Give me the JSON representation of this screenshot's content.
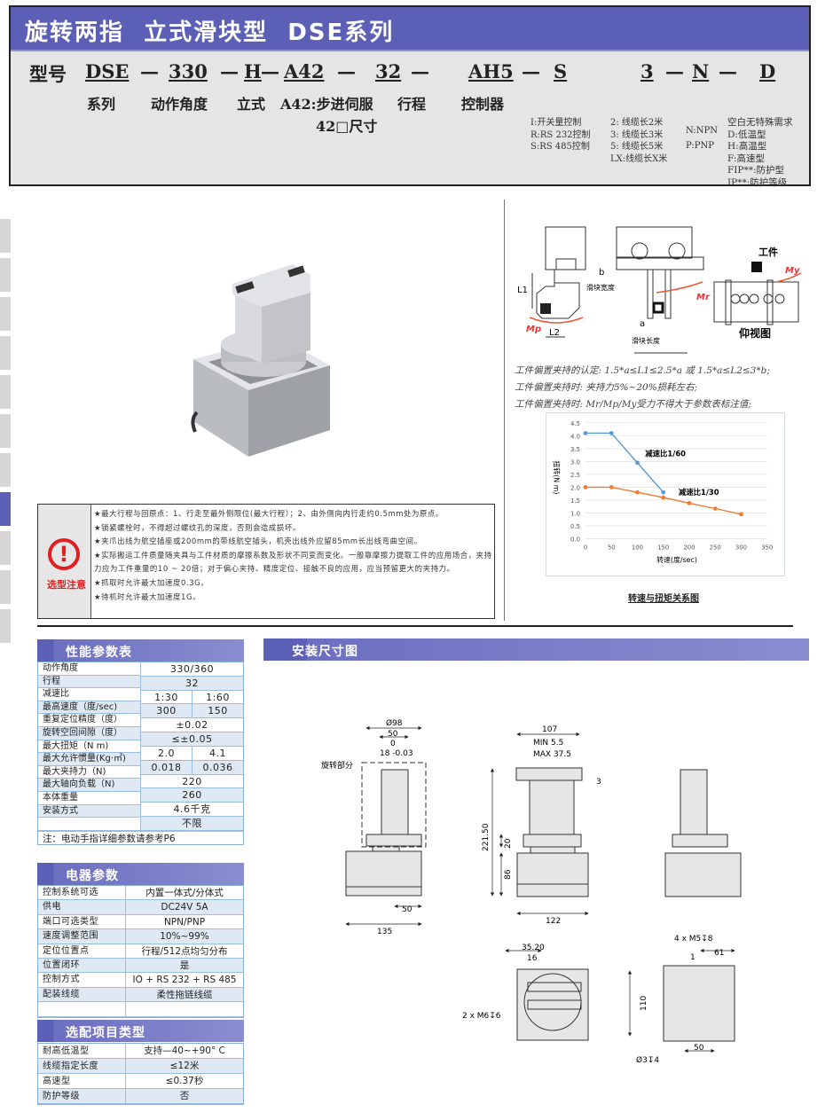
{
  "header": {
    "title": "旋转两指  立式滑块型  DSE系列"
  },
  "model": {
    "prefix": "型号",
    "segments": [
      "DSE",
      "330",
      "H",
      "A42",
      "32",
      "AH5",
      "S",
      "3",
      "N",
      "D"
    ],
    "dash": "—",
    "labels": {
      "series": "系列",
      "angle": "动作角度",
      "vertical": "立式",
      "motor": "A42:步进伺服",
      "motor2": "42□尺寸",
      "stroke": "行程",
      "controller": "控制器"
    },
    "control_opts": [
      "I:开关量控制",
      "R:RS 232控制",
      "S:RS 485控制"
    ],
    "cable_opts": [
      "2: 线缆长2米",
      "3: 线缆长3米",
      "5: 线缆长5米",
      "LX:线缆长X米"
    ],
    "io_opts": [
      "N:NPN",
      "P:PNP"
    ],
    "special_opts": [
      "空白无特殊需求",
      "D:低温型",
      "H:高温型",
      "F:高速型",
      "FIP**:防护型",
      "IP**:防护等级"
    ]
  },
  "side_tabs": {
    "count": 11,
    "active_index": 7
  },
  "offset_diagram": {
    "labels": {
      "l1": "L1",
      "l2": "L2",
      "b": "b",
      "slider_width": "滑块宽度",
      "a": "a",
      "slider_length": "滑块长度",
      "mp": "Mp",
      "mr": "Mr",
      "my": "My",
      "workpiece": "工件",
      "bottom_view": "仰视图"
    }
  },
  "offset_notes": [
    "工件偏置夹持的认定: 1.5*a≤L1≤2.5*a 或 1.5*a≤L2≤3*b;",
    "工件偏置夹持时: 夹持力5%~20%损耗左右;",
    "工件偏置夹持时: Mr/Mp/My受力不得大于参数表标注值;"
  ],
  "chart_data": {
    "type": "line",
    "title": "转速与扭矩关系图",
    "xlabel": "转速(度/sec)",
    "ylabel": "扭转(N m)",
    "xlim": [
      0,
      350
    ],
    "ylim": [
      0,
      4.5
    ],
    "xticks": [
      0,
      50,
      100,
      150,
      200,
      250,
      300,
      350
    ],
    "yticks": [
      "0.0",
      "0.5",
      "1.0",
      "1.5",
      "2.0",
      "2.5",
      "3.0",
      "3.5",
      "4.0",
      "4.5"
    ],
    "grid": true,
    "series": [
      {
        "name": "减速比1/60",
        "color": "#5b9bd5",
        "x": [
          0,
          50,
          100,
          150
        ],
        "y": [
          4.1,
          4.1,
          2.95,
          1.8
        ]
      },
      {
        "name": "减速比1/30",
        "color": "#ed7d31",
        "x": [
          0,
          50,
          100,
          150,
          200,
          250,
          300
        ],
        "y": [
          2.0,
          2.0,
          1.8,
          1.6,
          1.38,
          1.17,
          0.95
        ]
      }
    ]
  },
  "notice": {
    "label": "选型注意",
    "icon": "exclamation-circle-icon",
    "lines": [
      "★最大行程与回原点：1、行走至最外侧限位(最大行程）；2、由外侧向内行走约0.5mm处为原点。",
      "★锁紧螺栓时，不得超过螺纹孔的深度，否则会造成损坏。",
      "★夹爪出线为航空插座或200mm的带线航空插头，机壳出线外应留85mm长出线弯曲空间。",
      "★实际搬运工件质量随夹具与工件材质的摩擦系数及形状不同变而变化。一般靠摩擦力提取工件的应用场合，夹持力应为工件重量的10 ~ 20倍；对于偏心夹持、精度定位、接触不良的应用，应当预留更大的夹持力。",
      "★抓取时允许最大加速度0.3G。",
      "★待机时允许最大加速度1G。"
    ]
  },
  "perf": {
    "title": "性能参数表",
    "labels": [
      "动作角度",
      "行程",
      "减速比",
      "最高速度（度/sec)",
      "重复定位精度（度）",
      "旋转空回间隙（度）",
      "最大扭矩（N m)",
      "最大允许惯量(Kg·㎡)",
      "最大夹持力（N)",
      "最大轴向负载（N)",
      "本体重量",
      "安装方式",
      ""
    ],
    "values": [
      [
        "330/360"
      ],
      [
        "32"
      ],
      [
        "1:30",
        "1:60"
      ],
      [
        "300",
        "150"
      ],
      [
        "±0.02"
      ],
      [
        "≤±0.05"
      ],
      [
        "2.0",
        "4.1"
      ],
      [
        "0.018",
        "0.036"
      ],
      [
        "220"
      ],
      [
        "260"
      ],
      [
        "4.6千克"
      ],
      [
        "不限"
      ]
    ],
    "note": "注：电动手指详细参数请参考P6"
  },
  "elec": {
    "title": "电器参数",
    "rows": [
      [
        "控制系统可选",
        "内置一体式/分体式"
      ],
      [
        "供电",
        "DC24V   5A"
      ],
      [
        "端口可选类型",
        "NPN/PNP"
      ],
      [
        "速度调整范围",
        "10%~99%"
      ],
      [
        "定位位置点",
        "行程/512点均匀分布"
      ],
      [
        "位置闭环",
        "是"
      ],
      [
        "控制方式",
        "IO + RS 232 + RS 485"
      ],
      [
        "配装线缆",
        "柔性拖链线缆"
      ],
      [
        "",
        ""
      ]
    ]
  },
  "options": {
    "title": "选配项目类型",
    "rows": [
      [
        "耐高低温型",
        "支持—40~+90° C"
      ],
      [
        "线缆指定长度",
        "≤12米"
      ],
      [
        "高速型",
        "≤0.37秒"
      ],
      [
        "防护等级",
        "否"
      ]
    ]
  },
  "install": {
    "title": "安装尺寸图",
    "dims": {
      "d98": "Ø98",
      "w50a": "50",
      "tol0": "0",
      "tol": "18 -0.03",
      "rot": "旋转部分",
      "w50b": "50",
      "w135": "135",
      "w107": "107",
      "min": "MIN  5.5",
      "max": "MAX 37.5",
      "h3": "3",
      "h221": "221.50",
      "h20": "20",
      "h86": "86",
      "w122": "122",
      "d3520": "35.20",
      "d16": "16",
      "m6": "2 x M6↧6",
      "m5": "4 x M5↧8",
      "d1": "1",
      "d61": "61",
      "d110": "110",
      "d50": "50",
      "d3": "Ø3↧4"
    }
  }
}
